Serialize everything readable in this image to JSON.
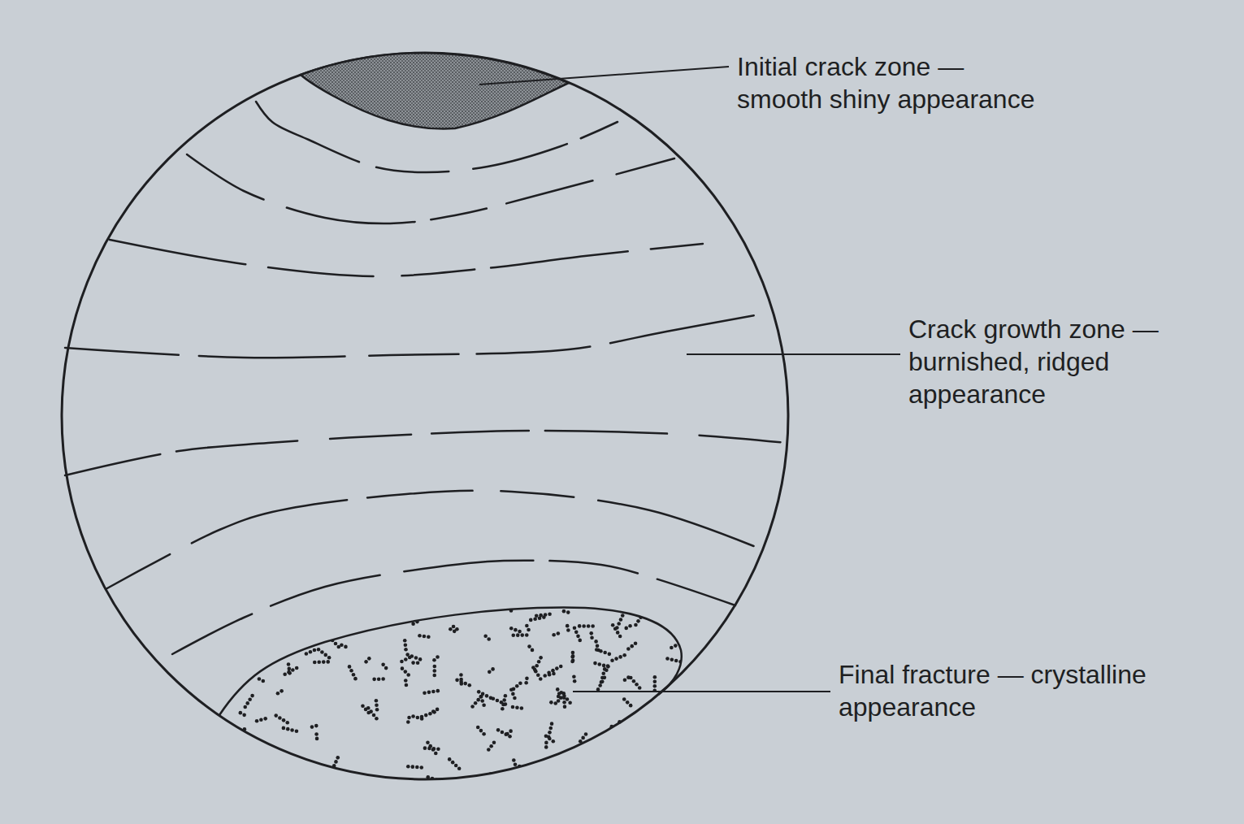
{
  "diagram": {
    "labels": [
      "Initial crack zone — smooth shiny appearance",
      "Crack growth zone — burnished, ridged appearance",
      "Final fracture — crystalline appearance"
    ]
  }
}
